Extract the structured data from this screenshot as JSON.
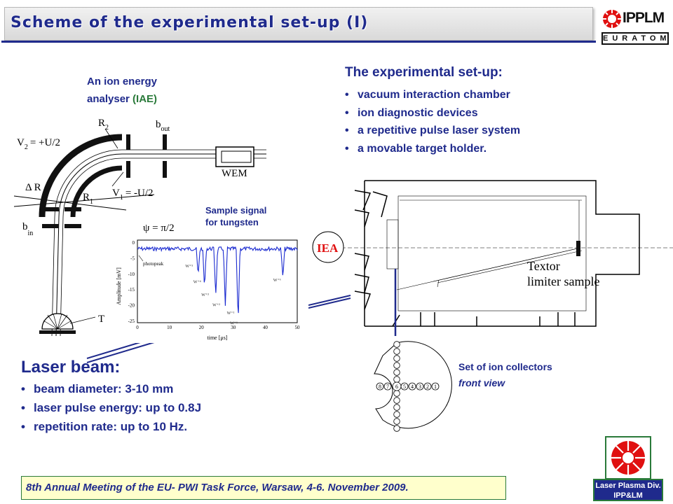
{
  "header": {
    "title": "Scheme of the experimental set-up (I)",
    "logo_name": "IPPLM",
    "logo_sub": "EURATOM"
  },
  "iae": {
    "caption_line1": "An ion energy",
    "caption_line2_prefix": "analyser ",
    "caption_line2_highlight": "(IAE)",
    "labels": {
      "r2": "R",
      "r2_sub": "2",
      "bout": "b",
      "bout_sub": "out",
      "v2": "V",
      "v2_sub": "2",
      "v2_expr": "= +U/2",
      "wem": "WEM",
      "delta_r": "Δ R",
      "r1": "R",
      "r1_sub": "1",
      "v1": "V",
      "v1_sub": "1",
      "v1_expr": "= -U/2",
      "bin": "b",
      "bin_sub": "in",
      "psi": "ψ = π/2",
      "t": "T"
    }
  },
  "setup": {
    "title": "The  experimental set-up:",
    "items": [
      "vacuum interaction chamber",
      "ion diagnostic devices",
      "a repetitive pulse laser system",
      "a movable target holder."
    ]
  },
  "chamber": {
    "iea_label": "IEA",
    "target_label_line1": "Textor",
    "target_label_line2": "limiter sample"
  },
  "sample_signal": {
    "caption_line1": "Sample signal",
    "caption_line2": "for tungsten",
    "ylabel": "Amplitude [mV]",
    "xlabel": "time [μs]",
    "photopeak_label": "photopeak",
    "y_ticks": [
      "0",
      "-5",
      "-10",
      "-15",
      "-20",
      "-25"
    ],
    "x_ticks": [
      "0",
      "10",
      "20",
      "30",
      "40",
      "50"
    ],
    "peak_labels": [
      "W⁺⁵",
      "W⁺⁴",
      "W⁺³",
      "W⁺²",
      "W⁺¹",
      "W⁺¹",
      "W⁺⁶"
    ],
    "colors": {
      "signal": "#1a2ad0",
      "axis": "#000000"
    }
  },
  "laser": {
    "title": "Laser beam:",
    "items": [
      "beam diameter: 3-10 mm",
      "laser pulse energy: up to 0.8J",
      "repetition rate: up to 10 Hz."
    ]
  },
  "collectors": {
    "caption_line1": "Set of ion collectors",
    "caption_line2": "front view",
    "numbers": [
      "8",
      "7",
      "6",
      "5",
      "4",
      "3",
      "2",
      "1"
    ]
  },
  "footer": {
    "text": "8th Annual Meeting of the EU- PWI Task Force, Warsaw, 4-6. November 2009."
  },
  "lpd": {
    "line1": "Laser Plasma Div.",
    "line2": "IPP&LM"
  },
  "colors": {
    "navy": "#1f2a8c",
    "green": "#2a7a3a",
    "red": "#e01010",
    "footer_bg": "#ffffcc"
  }
}
